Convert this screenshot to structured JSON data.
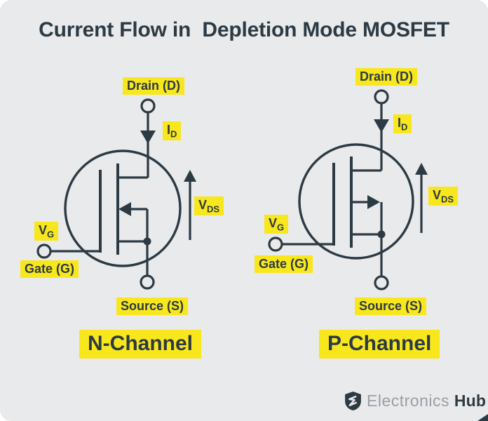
{
  "title": "Current Flow in  Depletion Mode MOSFET",
  "colors": {
    "background": "#e9eaec",
    "ink": "#2c3a44",
    "highlight": "#f8e71c",
    "logo_gray": "#99a0a6"
  },
  "mosfets": [
    {
      "caption": "N-Channel",
      "drain_label": "Drain (D)",
      "gate_label": "Gate (G)",
      "source_label": "Source (S)",
      "current_label": {
        "base": "I",
        "sub": "D"
      },
      "vds_label": {
        "base": "V",
        "sub": "DS"
      },
      "vg_label": {
        "base": "V",
        "sub": "G"
      }
    },
    {
      "caption": "P-Channel",
      "drain_label": "Drain (D)",
      "gate_label": "Gate (G)",
      "source_label": "Source (S)",
      "current_label": {
        "base": "I",
        "sub": "D"
      },
      "vds_label": {
        "base": "V",
        "sub": "DS"
      },
      "vg_label": {
        "base": "V",
        "sub": "G"
      }
    }
  ],
  "logo": {
    "name": "Electronics",
    "bold": "Hub"
  }
}
